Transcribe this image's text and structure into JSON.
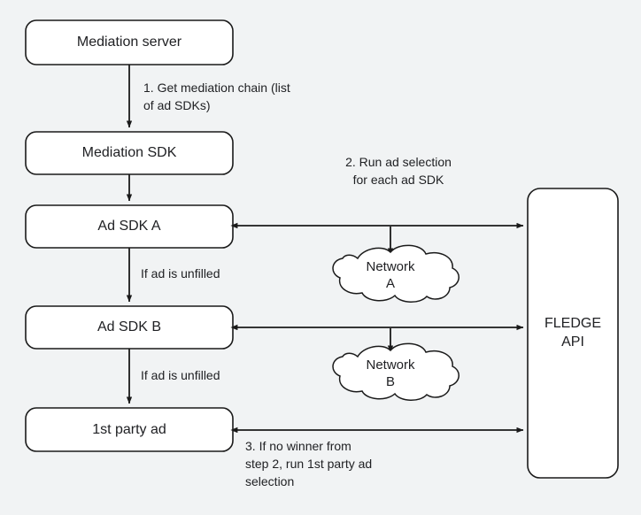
{
  "diagram": {
    "background_color": "#f1f3f4",
    "stroke_color": "#1a1a1a",
    "node_fill": "#ffffff",
    "text_color": "#202124",
    "nodes": [
      {
        "id": "mediation-server",
        "label": "Mediation server"
      },
      {
        "id": "mediation-sdk",
        "label": "Mediation SDK"
      },
      {
        "id": "ad-sdk-a",
        "label": "Ad SDK A"
      },
      {
        "id": "ad-sdk-b",
        "label": "Ad SDK B"
      },
      {
        "id": "first-party-ad",
        "label": "1st party ad"
      },
      {
        "id": "fledge-api",
        "label": "FLEDGE\nAPI"
      }
    ],
    "clouds": [
      {
        "id": "network-a",
        "label": "Network\nA"
      },
      {
        "id": "network-b",
        "label": "Network\nB"
      }
    ],
    "edge_labels": [
      {
        "id": "step-1",
        "text": "1. Get mediation chain (list\nof ad SDKs)"
      },
      {
        "id": "step-2",
        "text": "2. Run ad selection\nfor each ad SDK"
      },
      {
        "id": "unfilled-a",
        "text": "If ad is unfilled"
      },
      {
        "id": "unfilled-b",
        "text": "If ad is unfilled"
      },
      {
        "id": "step-3",
        "text": "3. If no winner from\nstep 2, run 1st party ad\nselection"
      }
    ]
  }
}
